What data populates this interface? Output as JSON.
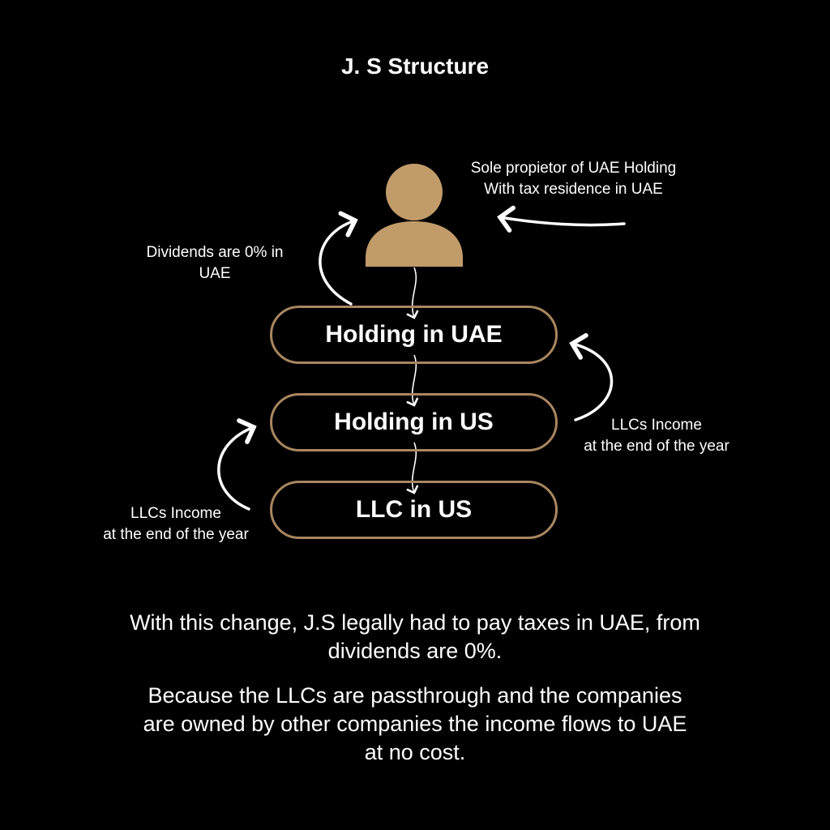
{
  "title": "J. S Structure",
  "person": {
    "color": "#c29b6a"
  },
  "boxes": [
    {
      "label": "Holding in UAE"
    },
    {
      "label": "Holding in US"
    },
    {
      "label": "LLC in US"
    }
  ],
  "notes": {
    "sole_proprietor": [
      "Sole propietor of UAE Holding",
      "With tax residence in UAE"
    ],
    "dividends": [
      "Dividends are 0% in",
      "UAE"
    ],
    "llc_income_right": [
      "LLCs Income",
      "at the end of the year"
    ],
    "llc_income_left": [
      "LLCs Income",
      "at the end of the year"
    ]
  },
  "paragraphs": [
    [
      "With this change, J.S legally had to pay taxes in UAE, from",
      "dividends are 0%."
    ],
    [
      "Because the LLCs are passthrough and the companies",
      "are owned by other companies the income flows to UAE",
      "at no cost."
    ]
  ],
  "colors": {
    "accent": "#a98660",
    "background": "#000000",
    "text": "#ffffff"
  }
}
